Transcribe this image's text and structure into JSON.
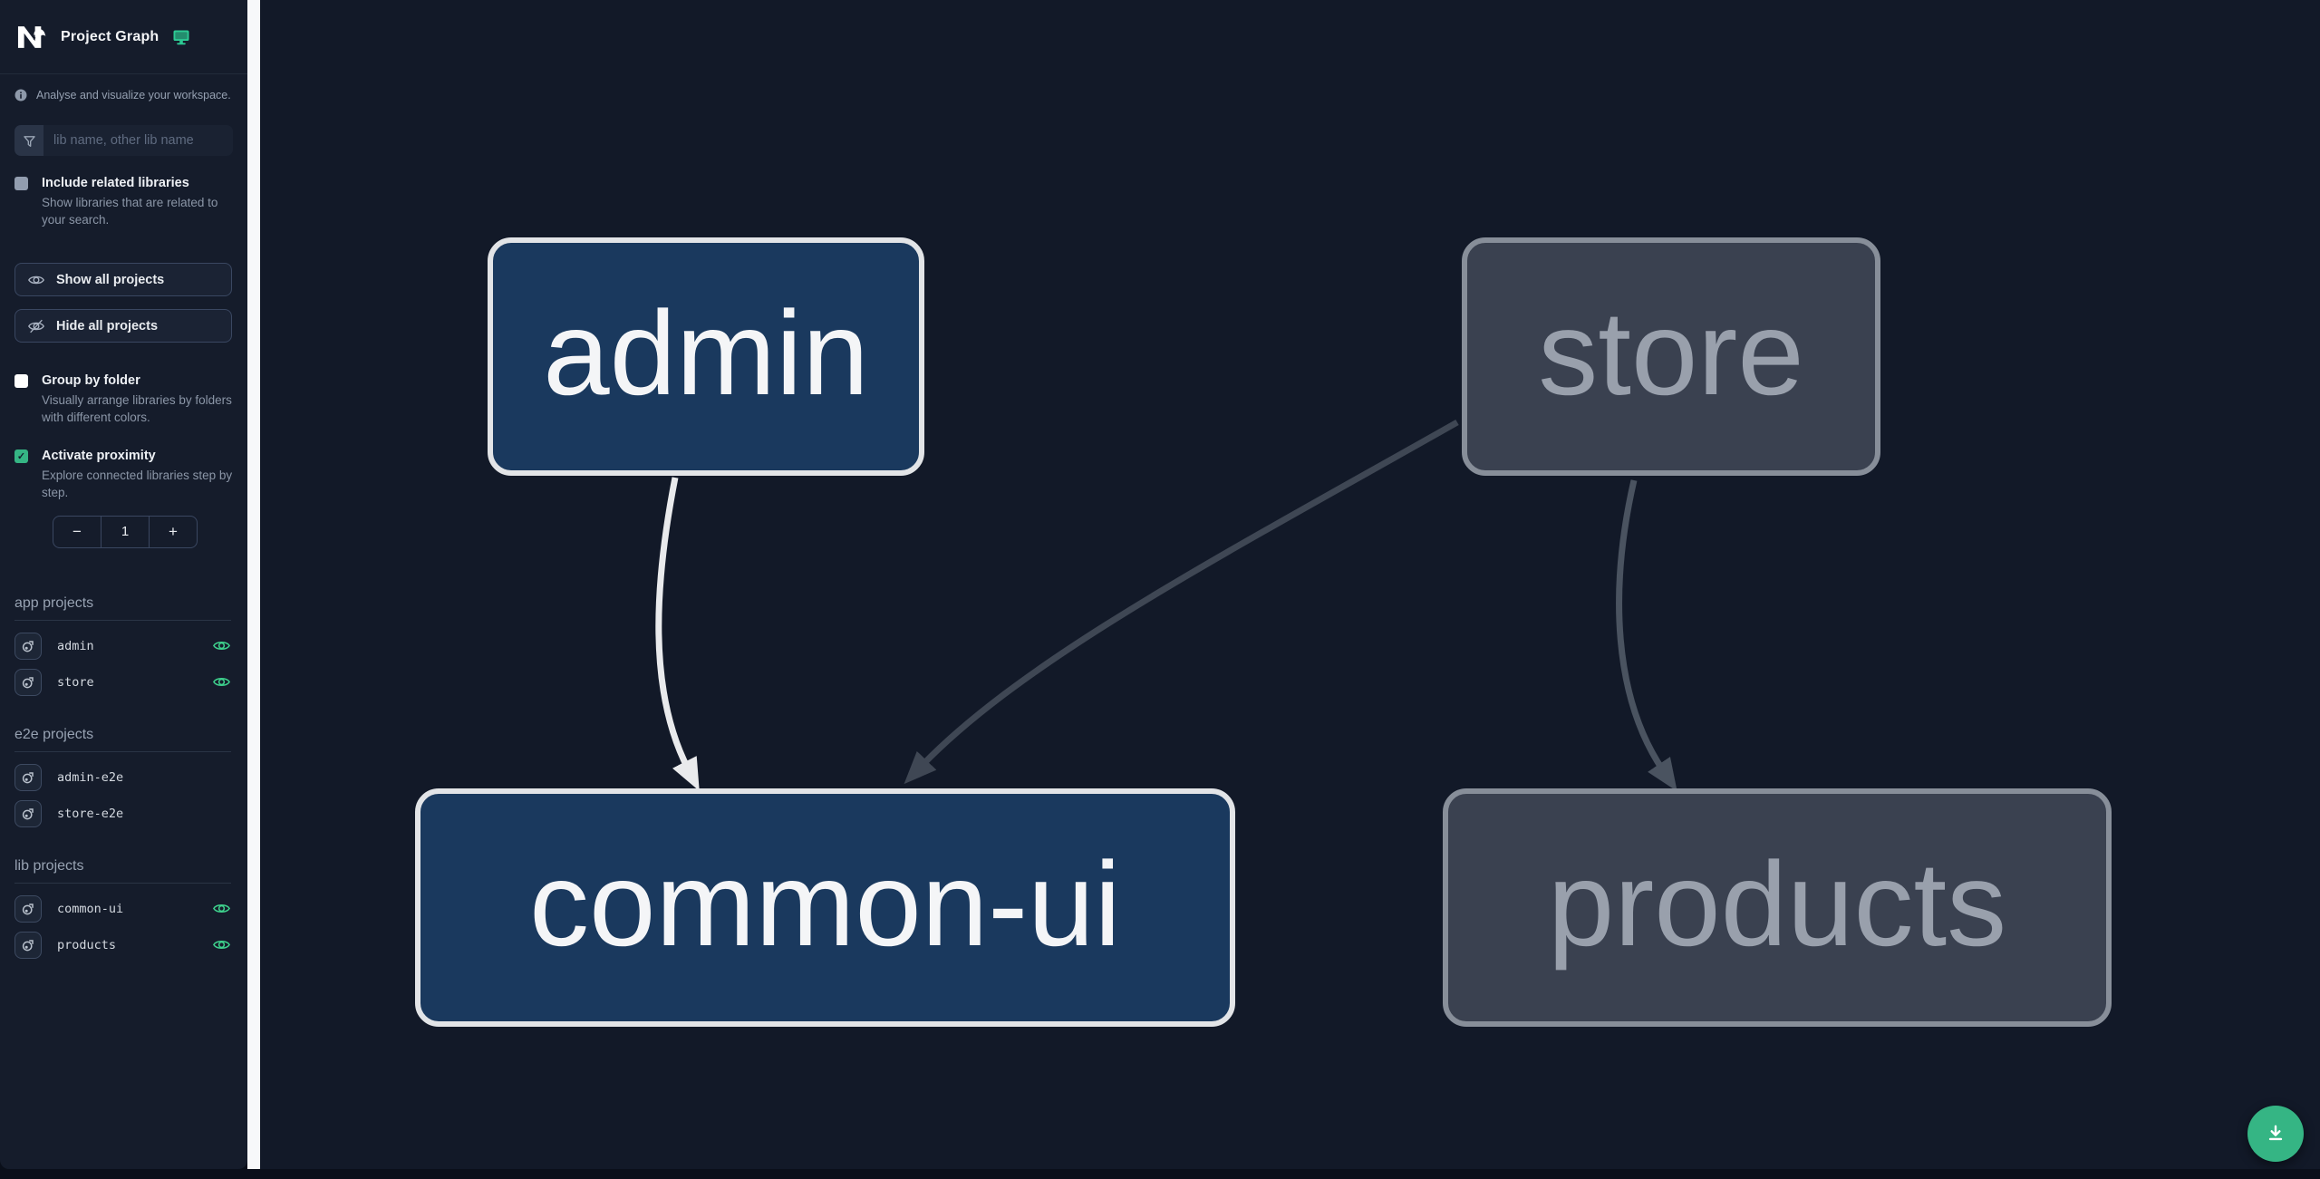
{
  "header": {
    "title": "Project Graph",
    "logo": "nx-logo",
    "icon": "monitor-icon"
  },
  "sidebar": {
    "tagline": "Analyse and visualize your workspace.",
    "search": {
      "placeholder": "lib name, other lib name",
      "icon": "filter-icon"
    },
    "include_related": {
      "label": "Include related libraries",
      "description": "Show libraries that are related to your search.",
      "checked": false
    },
    "show_all_label": "Show all projects",
    "hide_all_label": "Hide all projects",
    "group_by_folder": {
      "label": "Group by folder",
      "description": "Visually arrange libraries by folders with different colors.",
      "checked": false
    },
    "activate_proximity": {
      "label": "Activate proximity",
      "description": "Explore connected libraries step by step.",
      "checked": true
    },
    "proximity_counter": {
      "decrement": "−",
      "value": "1",
      "increment": "+"
    },
    "sections": [
      {
        "title": "app projects",
        "items": [
          {
            "name": "admin",
            "eye_visible": true
          },
          {
            "name": "store",
            "eye_visible": true
          }
        ]
      },
      {
        "title": "e2e projects",
        "items": [
          {
            "name": "admin-e2e",
            "eye_visible": false
          },
          {
            "name": "store-e2e",
            "eye_visible": false
          }
        ]
      },
      {
        "title": "lib projects",
        "items": [
          {
            "name": "common-ui",
            "eye_visible": true
          },
          {
            "name": "products",
            "eye_visible": true
          }
        ]
      }
    ]
  },
  "graph": {
    "nodes": [
      {
        "id": "admin",
        "label": "admin",
        "state": "focused"
      },
      {
        "id": "store",
        "label": "store",
        "state": "faded"
      },
      {
        "id": "common-ui",
        "label": "common-ui",
        "state": "focused"
      },
      {
        "id": "products",
        "label": "products",
        "state": "faded"
      }
    ],
    "edges": [
      {
        "from": "admin",
        "to": "common-ui",
        "style": "highlighted"
      },
      {
        "from": "store",
        "to": "common-ui",
        "style": "faded"
      },
      {
        "from": "store",
        "to": "products",
        "style": "faded"
      }
    ]
  },
  "fab": {
    "icon": "download-icon"
  },
  "colors": {
    "sidebar_bg": "#151c2b",
    "canvas_bg": "#121928",
    "divider": "#f7f8fa",
    "accent_green": "#35b584",
    "eye_green": "#3ed18d",
    "node_focused_fill": "#1a395e",
    "node_focused_border": "#e2e4e7",
    "node_faded_fill": "#3a4150",
    "node_faded_border": "#878e99",
    "edge_highlighted": "#e9eaec",
    "edge_faded_dark": "#3f4754",
    "edge_faded": "#4a5360"
  }
}
